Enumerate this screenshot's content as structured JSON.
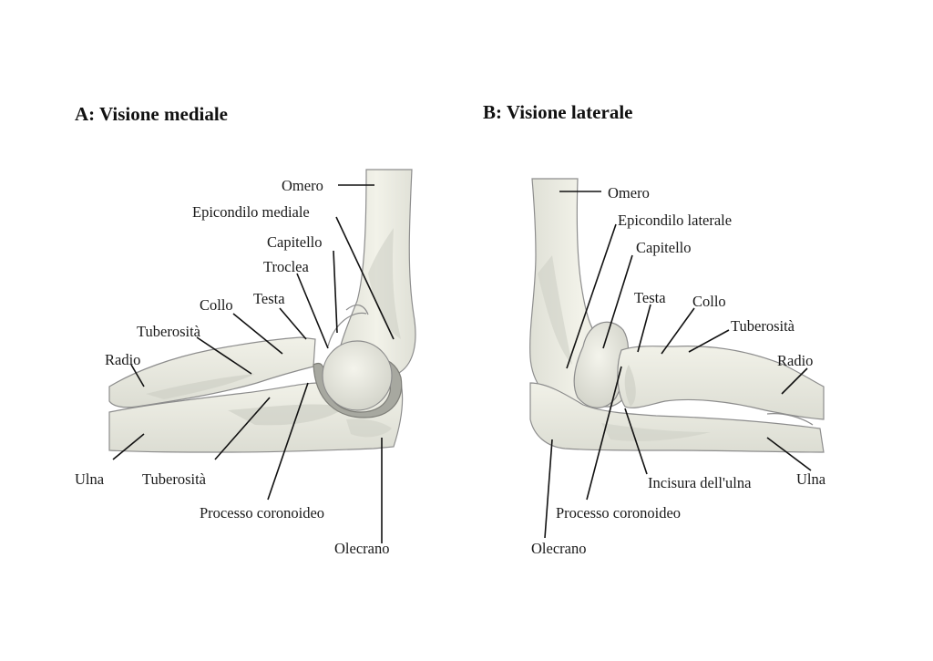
{
  "colors": {
    "bone": "#ecece2",
    "bone_shade": "#d3d4ca",
    "cartilage": "#b7b8b0",
    "outline": "#8d8d8d",
    "leader": "#111111"
  },
  "panel_a": {
    "title": "A: Visione mediale",
    "labels": {
      "omero": "Omero",
      "epicondilo": "Epicondilo mediale",
      "capitello": "Capitello",
      "troclea": "Troclea",
      "collo": "Collo",
      "testa": "Testa",
      "tuberosita_radio": "Tuberosità",
      "radio": "Radio",
      "ulna": "Ulna",
      "tuberosita_ulna": "Tuberosità",
      "processo": "Processo coronoideo",
      "olecrano": "Olecrano"
    }
  },
  "panel_b": {
    "title": "B: Visione laterale",
    "labels": {
      "omero": "Omero",
      "epicondilo": "Epicondilo laterale",
      "capitello": "Capitello",
      "testa": "Testa",
      "collo": "Collo",
      "tuberosita": "Tuberosità",
      "radio": "Radio",
      "ulna": "Ulna",
      "incisura": "Incisura dell'ulna",
      "processo": "Processo coronoideo",
      "olecrano": "Olecrano"
    }
  }
}
